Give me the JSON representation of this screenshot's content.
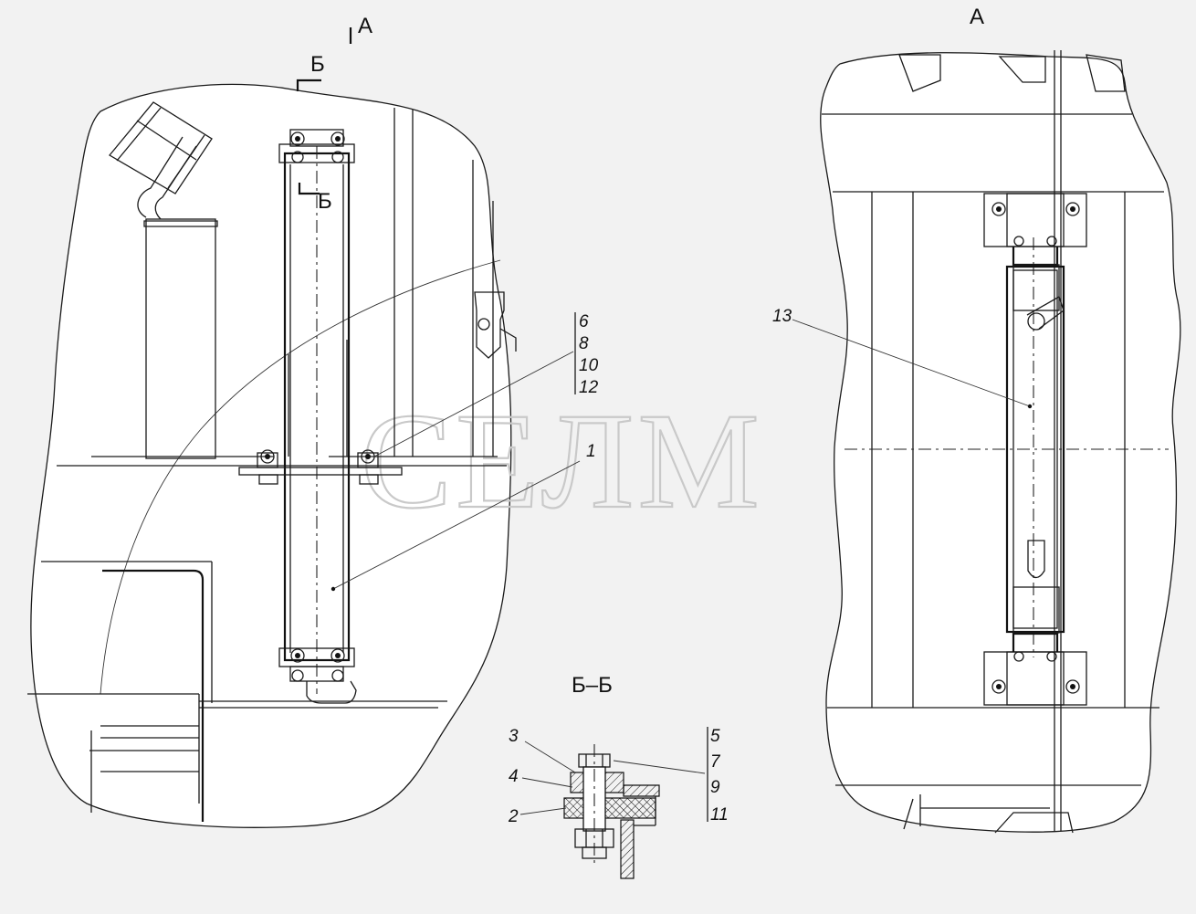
{
  "view_labels": {
    "view_a_left": "А",
    "section_b_top": "Б",
    "section_b_mid": "Б",
    "view_a_right": "А",
    "section_bb": "Б–Б"
  },
  "callouts": {
    "group_top": [
      "6",
      "8",
      "10",
      "12"
    ],
    "item_1": "1",
    "item_13": "13",
    "section_left": [
      "3",
      "4",
      "2"
    ],
    "section_right": [
      "5",
      "7",
      "9",
      "11"
    ]
  },
  "watermark": "СЕЛМ"
}
